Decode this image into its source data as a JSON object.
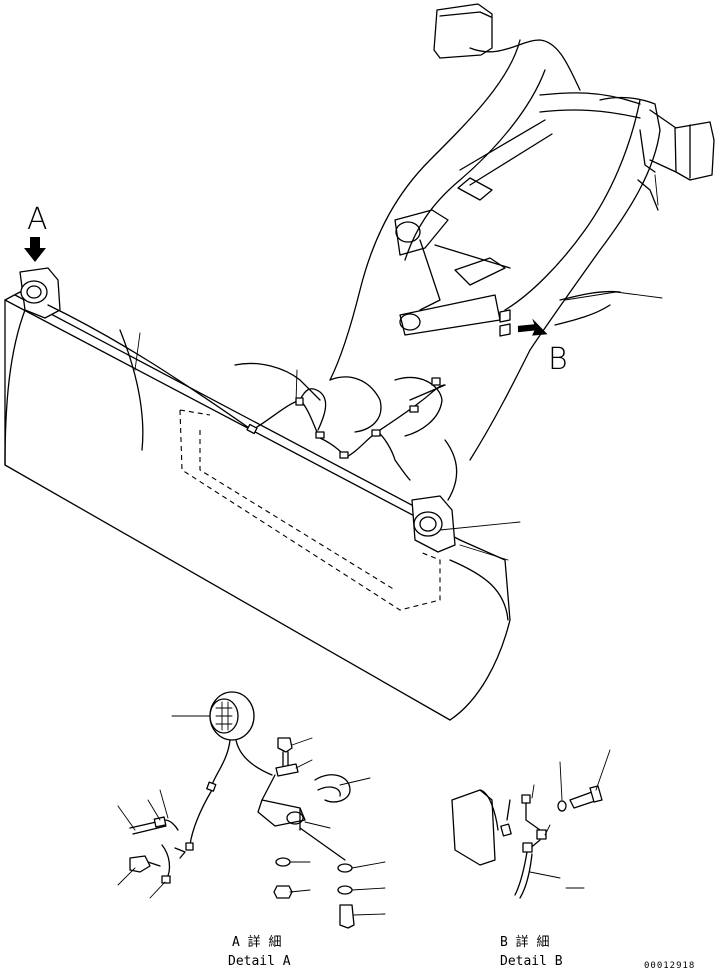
{
  "view_labels": {
    "a": "A",
    "b": "B"
  },
  "detail_a": {
    "jp": "A 詳 細",
    "en": "Detail A"
  },
  "detail_b": {
    "jp": "B 詳 細",
    "en": "Detail B"
  },
  "drawing_number": "00012918"
}
